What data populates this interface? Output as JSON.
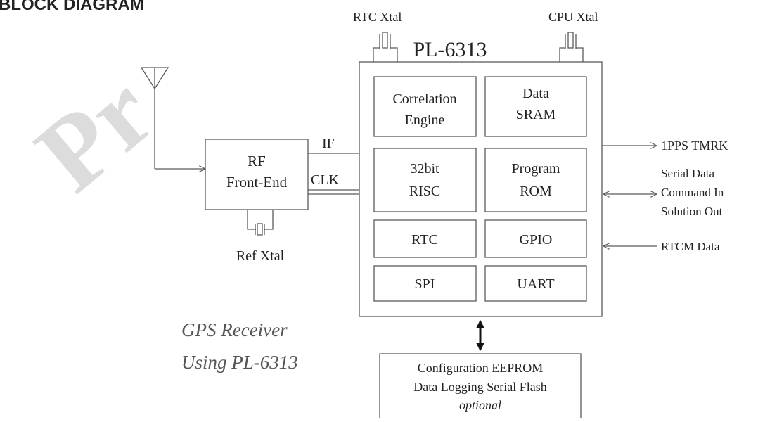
{
  "heading": "BLOCK DIAGRAM",
  "watermark": "Pr",
  "chip": {
    "name": "PL-6313",
    "rtc_xtal": "RTC Xtal",
    "cpu_xtal": "CPU Xtal",
    "blocks": {
      "correlation": [
        "Correlation",
        "Engine"
      ],
      "sram": [
        "Data",
        "SRAM"
      ],
      "risc": [
        "32bit",
        "RISC"
      ],
      "rom": [
        "Program",
        "ROM"
      ],
      "rtc": "RTC",
      "gpio": "GPIO",
      "spi": "SPI",
      "uart": "UART"
    }
  },
  "rf": {
    "title": [
      "RF",
      "Front-End"
    ],
    "ref_xtal": "Ref Xtal",
    "if_label": "IF",
    "clk_label": "CLK"
  },
  "signals": {
    "pps": "1PPS TMRK",
    "serial": [
      "Serial Data",
      "Command In",
      "Solution Out"
    ],
    "rtcm": "RTCM Data"
  },
  "caption": [
    "GPS Receiver",
    "Using PL-6313"
  ],
  "eeprom": {
    "line1": "Configuration EEPROM",
    "line2": "Data Logging Serial Flash",
    "line3": "optional"
  }
}
